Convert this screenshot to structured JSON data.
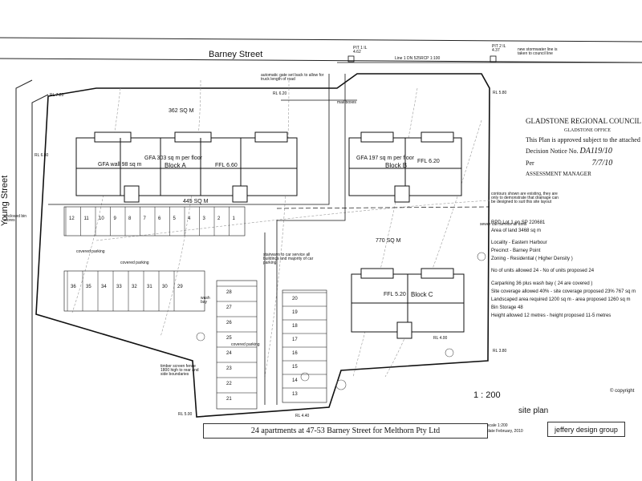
{
  "streets": {
    "north": "Barney Street",
    "west": "Young Street"
  },
  "blocks": [
    {
      "name": "Block A",
      "gfa": "GFA 303 sq m per floor"
    },
    {
      "name": "Block B",
      "gfa": "GFA 197 sq m per floor",
      "ffl": "FFL 6.20"
    },
    {
      "name": "Block C",
      "ffl": "FFL 5.20"
    }
  ],
  "plan_labels": {
    "gfa_wall": "GFA wall 98 sq m",
    "ffl_a": "FFL 6.60",
    "area_1": "362 SQ M",
    "area_2": "445 SQ M",
    "area_3": "770 SQ M",
    "gate": "automatic gate set back to allow for truck length of road",
    "mailboxes": "mail boxes",
    "covered_parking": "covered parking",
    "stairways": "stairways to car service all buildings and majority of car parking",
    "sewer": "sewer can service all units",
    "contours": "contours shown are existing, they are only to demonstrate that drainage can be designed to suit this site layout",
    "bin_stores": "enclosed bin stores",
    "wash_bay": "wash bay",
    "fence": "timber screen fence 1800 high to rear and side boundaries",
    "line_dn": "Line 1 DN 525RCP 1:100",
    "new_stormwater": "new stormwater line is taken to council line",
    "pit1": "PIT 1 IL 4.62",
    "pit2": "PIT 2 IL 4.37",
    "rl_620": "RL 6.20",
    "rl_580": "RL 5.80",
    "rl_720": "RL 7.20",
    "rl_680": "RL 6.80",
    "rl_440": "RL 4.40",
    "rl_400": "RL 4.00",
    "rl_380": "RL 3.80",
    "rl_500": "RL 5.00"
  },
  "parking_bays": [
    "36",
    "35",
    "34",
    "33",
    "32",
    "31",
    "30",
    "29",
    "28",
    "27",
    "26",
    "25",
    "24",
    "23",
    "22",
    "21",
    "20",
    "19",
    "18",
    "17",
    "16",
    "15",
    "14",
    "13",
    "12",
    "11",
    "10",
    "9",
    "8",
    "7",
    "6",
    "5",
    "4",
    "3",
    "2",
    "1"
  ],
  "approval": {
    "council": "GLADSTONE REGIONAL COUNCIL",
    "office": "GLADSTONE OFFICE",
    "note": "This Plan is approved subject to the attached",
    "decision": "Decision Notice No.",
    "decision_value": "DA119/10",
    "per": "Per",
    "date": "7/7/10",
    "manager": "ASSESSMENT MANAGER"
  },
  "notes": [
    "RPD  Lot 1 on SP 220681",
    "Area of land   3468 sq m",
    "Locality - Eastern Harbour",
    "Precinct - Barney Point",
    "Zoning - Residential ( Higher Density )",
    "No of units allowed 24  -  No of units proposed  24",
    "Carparking   36 plus wash bay ( 24 are covered )",
    "Site coverage allowed 40% - site coverage proposed 23%  767 sq m",
    "Landscaped area required 1200 sq m - area proposed 1260 sq m",
    "Bin Storage 48",
    "Height allowed 12 metres - height proposed 11-5 metres"
  ],
  "title_block": {
    "title": "24 apartments at 47-53 Barney Street for Melthorn Pty Ltd",
    "scale": "1 : 200",
    "sheet": "site plan",
    "designer": "jeffery design group",
    "copyright": "© copyright",
    "meta_scale": "scale  1:200",
    "meta_date": "date  February, 2010"
  },
  "colors": {
    "ink": "#1a1a1a",
    "paper": "#ffffff",
    "contour": "#9a9a9a"
  }
}
